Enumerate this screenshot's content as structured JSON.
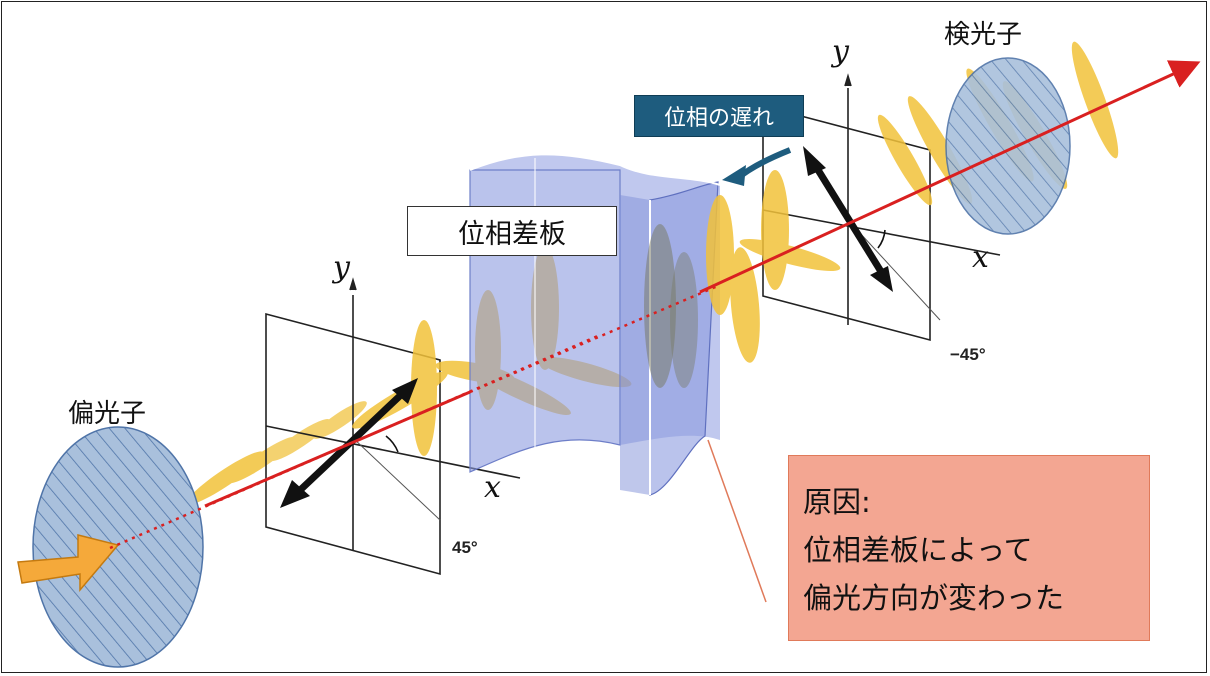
{
  "labels": {
    "polarizer": "偏光子",
    "analyzer": "検光子",
    "waveplate": "位相差板",
    "phase_delay": "位相の遅れ"
  },
  "axes": {
    "left_x": "x",
    "left_y": "y",
    "right_x": "x",
    "right_y": "y"
  },
  "angles": {
    "left": "45°",
    "right": "−45°"
  },
  "note": {
    "line1": "原因:",
    "line2": "位相差板によって",
    "line3": "偏光方向が変わった"
  },
  "colors": {
    "beam": "#d92020",
    "wave": "#f2c23a",
    "disc": "#9cb6d6",
    "waveplate": "#8c9be0",
    "note_bg": "#f3a692",
    "label_bg": "#1e5c7e"
  }
}
